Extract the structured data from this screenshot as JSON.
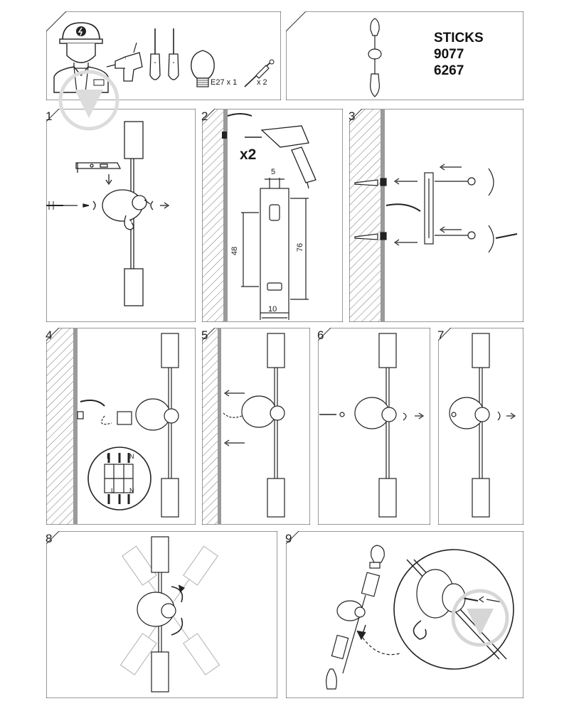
{
  "header": {
    "tools": {
      "bulb_label": "E27 x 1",
      "anchor_label": "x 2"
    },
    "product": {
      "name": "STICKS",
      "code1": "9077",
      "code2": "6267"
    }
  },
  "steps": [
    {
      "number": "1"
    },
    {
      "number": "2",
      "multiplier": "x2",
      "dims": {
        "top": "5",
        "left": "48",
        "right": "76",
        "bottom": "10"
      }
    },
    {
      "number": "3"
    },
    {
      "number": "4",
      "terminal_labels": [
        "L",
        "N"
      ]
    },
    {
      "number": "5"
    },
    {
      "number": "6"
    },
    {
      "number": "7"
    },
    {
      "number": "8"
    },
    {
      "number": "9"
    }
  ],
  "colors": {
    "line": "#333333",
    "wall": "#888888",
    "watermark": "#e0e0e0"
  }
}
